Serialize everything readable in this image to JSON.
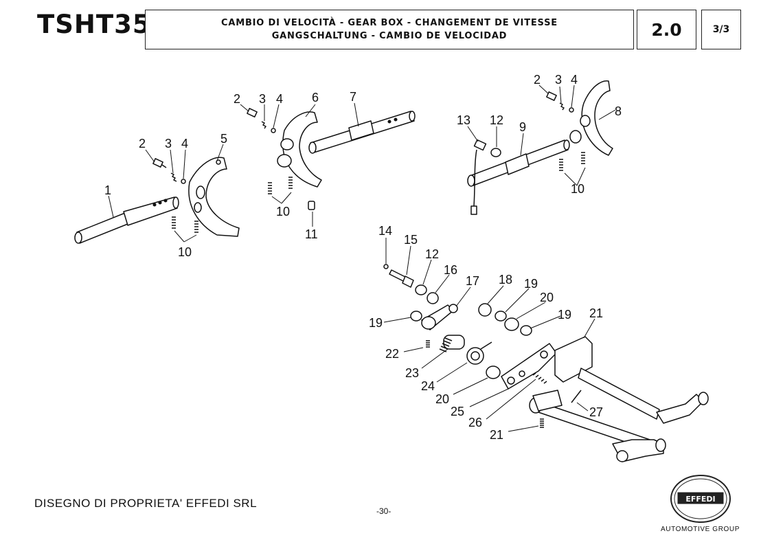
{
  "header": {
    "model": "TSHT35",
    "title_line1": "CAMBIO DI VELOCITÀ - GEAR BOX - CHANGEMENT DE VITESSE",
    "title_line2": "GANGSCHALTUNG - CAMBIO DE VELOCIDAD",
    "section": "2.0",
    "page_of": "3/3"
  },
  "footer": {
    "ownership": "DISEGNO DI PROPRIETA' EFFEDI SRL",
    "page_number": "-30-",
    "logo_text": "EFFEDI",
    "group": "AUTOMOTIVE GROUP"
  },
  "callouts": {
    "c1": "1",
    "c2a": "2",
    "c3a": "3",
    "c4a": "4",
    "c5": "5",
    "c10a": "10",
    "c2b": "2",
    "c3b": "3",
    "c4b": "4",
    "c6": "6",
    "c7": "7",
    "c10b": "10",
    "c11": "11",
    "c2c": "2",
    "c3c": "3",
    "c4c": "4",
    "c8": "8",
    "c13": "13",
    "c12a": "12",
    "c9": "9",
    "c10c": "10",
    "c14": "14",
    "c15": "15",
    "c12b": "12",
    "c16": "16",
    "c17": "17",
    "c18": "18",
    "c19a": "19",
    "c19b": "19",
    "c19c": "19",
    "c20a": "20",
    "c20b": "20",
    "c21a": "21",
    "c21b": "21",
    "c22": "22",
    "c23": "23",
    "c24": "24",
    "c25": "25",
    "c26": "26",
    "c27": "27"
  }
}
